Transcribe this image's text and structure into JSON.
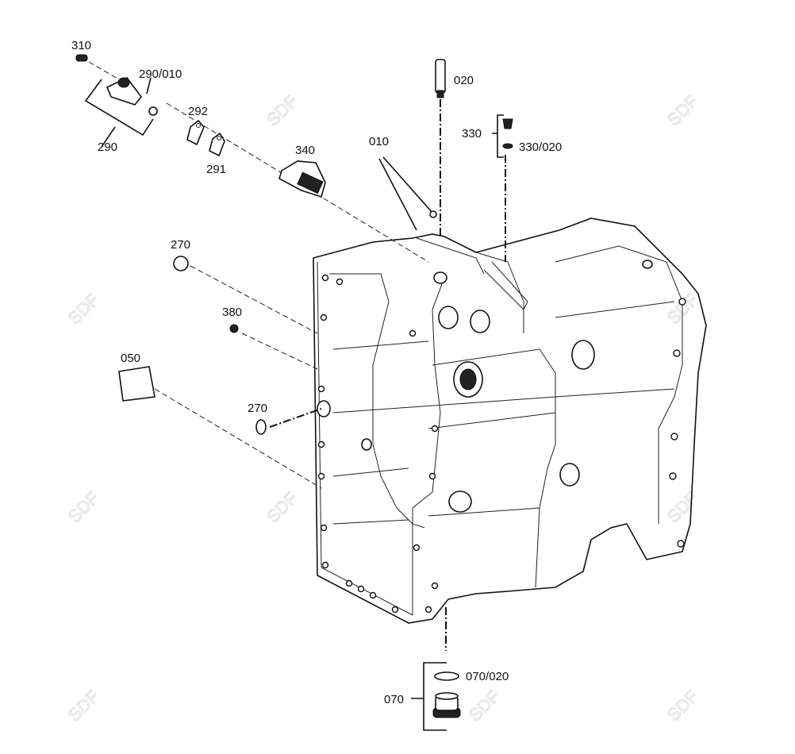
{
  "diagram": {
    "title": "Transmission housing exploded view",
    "watermark": "SDF",
    "labels": {
      "p310": "310",
      "p290_010": "290/010",
      "p290": "290",
      "p292": "292",
      "p291": "291",
      "p340": "340",
      "p010": "010",
      "p020": "020",
      "p330": "330",
      "p330_020": "330/020",
      "p270a": "270",
      "p380": "380",
      "p050": "050",
      "p270b": "270",
      "p070_020": "070/020",
      "p070": "070"
    }
  }
}
